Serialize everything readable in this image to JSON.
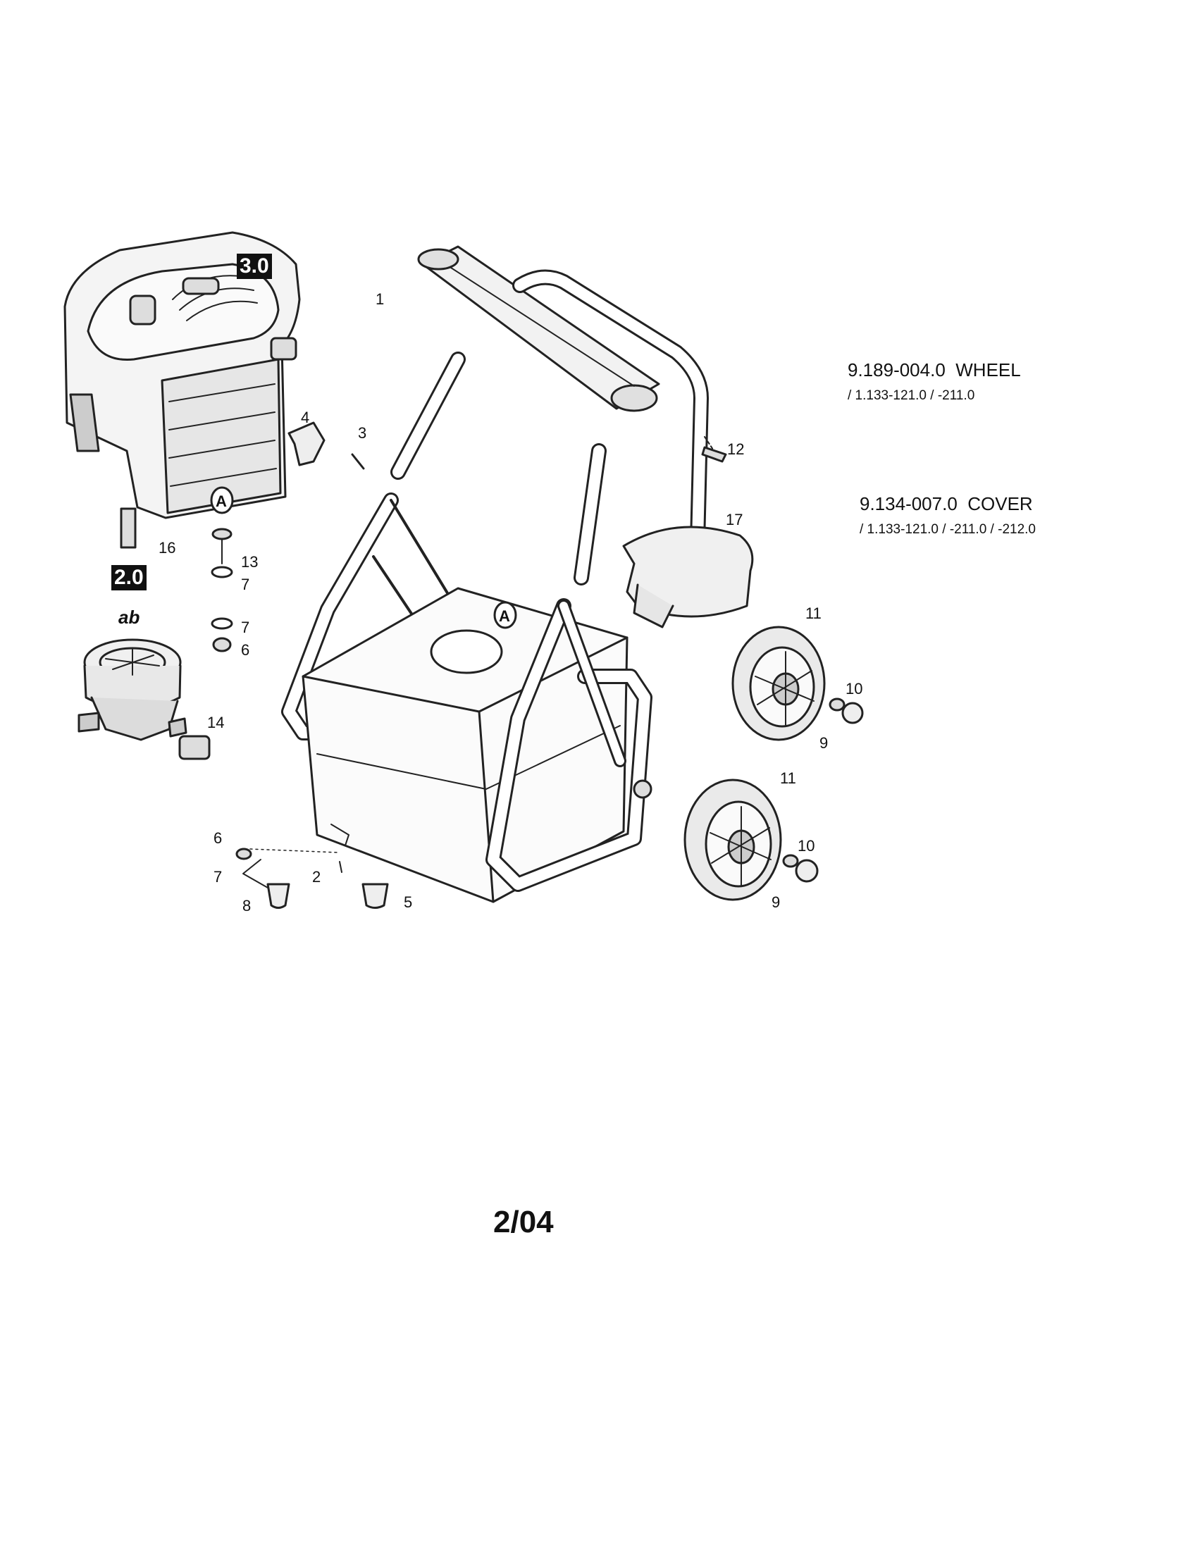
{
  "section_labels": {
    "engine": "3.0",
    "pump": "2.0"
  },
  "pump_marking": "ab",
  "connection_marker": "A",
  "callouts": {
    "c1": "1",
    "c2": "2",
    "c3": "3",
    "c4": "4",
    "c5": "5",
    "c6a": "6",
    "c6b": "6",
    "c7a": "7",
    "c7b": "7",
    "c7c": "7",
    "c8": "8",
    "c9a": "9",
    "c9b": "9",
    "c10a": "10",
    "c10b": "10",
    "c11a": "11",
    "c11b": "11",
    "c12": "12",
    "c13": "13",
    "c14": "14",
    "c16": "16",
    "c17": "17"
  },
  "notes": [
    {
      "part_number": "9.189-004.0",
      "part_name": "WHEEL",
      "models": "/ 1.133-121.0 / -211.0"
    },
    {
      "part_number": "9.134-007.0",
      "part_name": "COVER",
      "models": "/ 1.133-121.0 / -211.0 / -212.0"
    }
  ],
  "page_number": "2/04"
}
